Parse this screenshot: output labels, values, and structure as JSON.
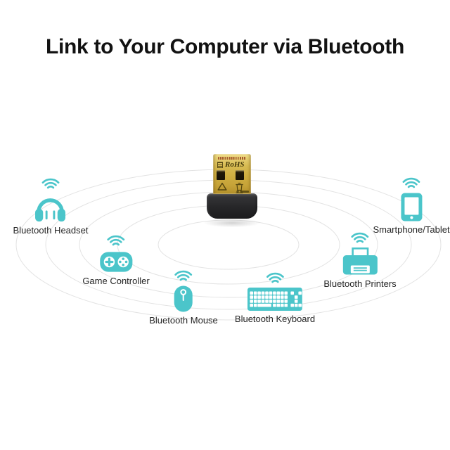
{
  "title": "Link to Your Computer via Bluetooth",
  "adapter": {
    "rohs_text": "RoHS"
  },
  "devices": [
    {
      "id": "bluetooth-headset",
      "label": "Bluetooth Headset"
    },
    {
      "id": "game-controller",
      "label": "Game Controller"
    },
    {
      "id": "bluetooth-mouse",
      "label": "Bluetooth Mouse"
    },
    {
      "id": "bluetooth-keyboard",
      "label": "Bluetooth Keyboard"
    },
    {
      "id": "bluetooth-printers",
      "label": "Bluetooth Printers"
    },
    {
      "id": "smartphone-tablet",
      "label": "Smartphone/Tablet"
    }
  ],
  "colors": {
    "accent_teal": "#4BC5CA",
    "ring_gray": "#E3E3E3",
    "adapter_gold": "#D3B64E",
    "adapter_body_black": "#2A2A2C",
    "title_text": "#121212",
    "label_text": "#262626"
  }
}
